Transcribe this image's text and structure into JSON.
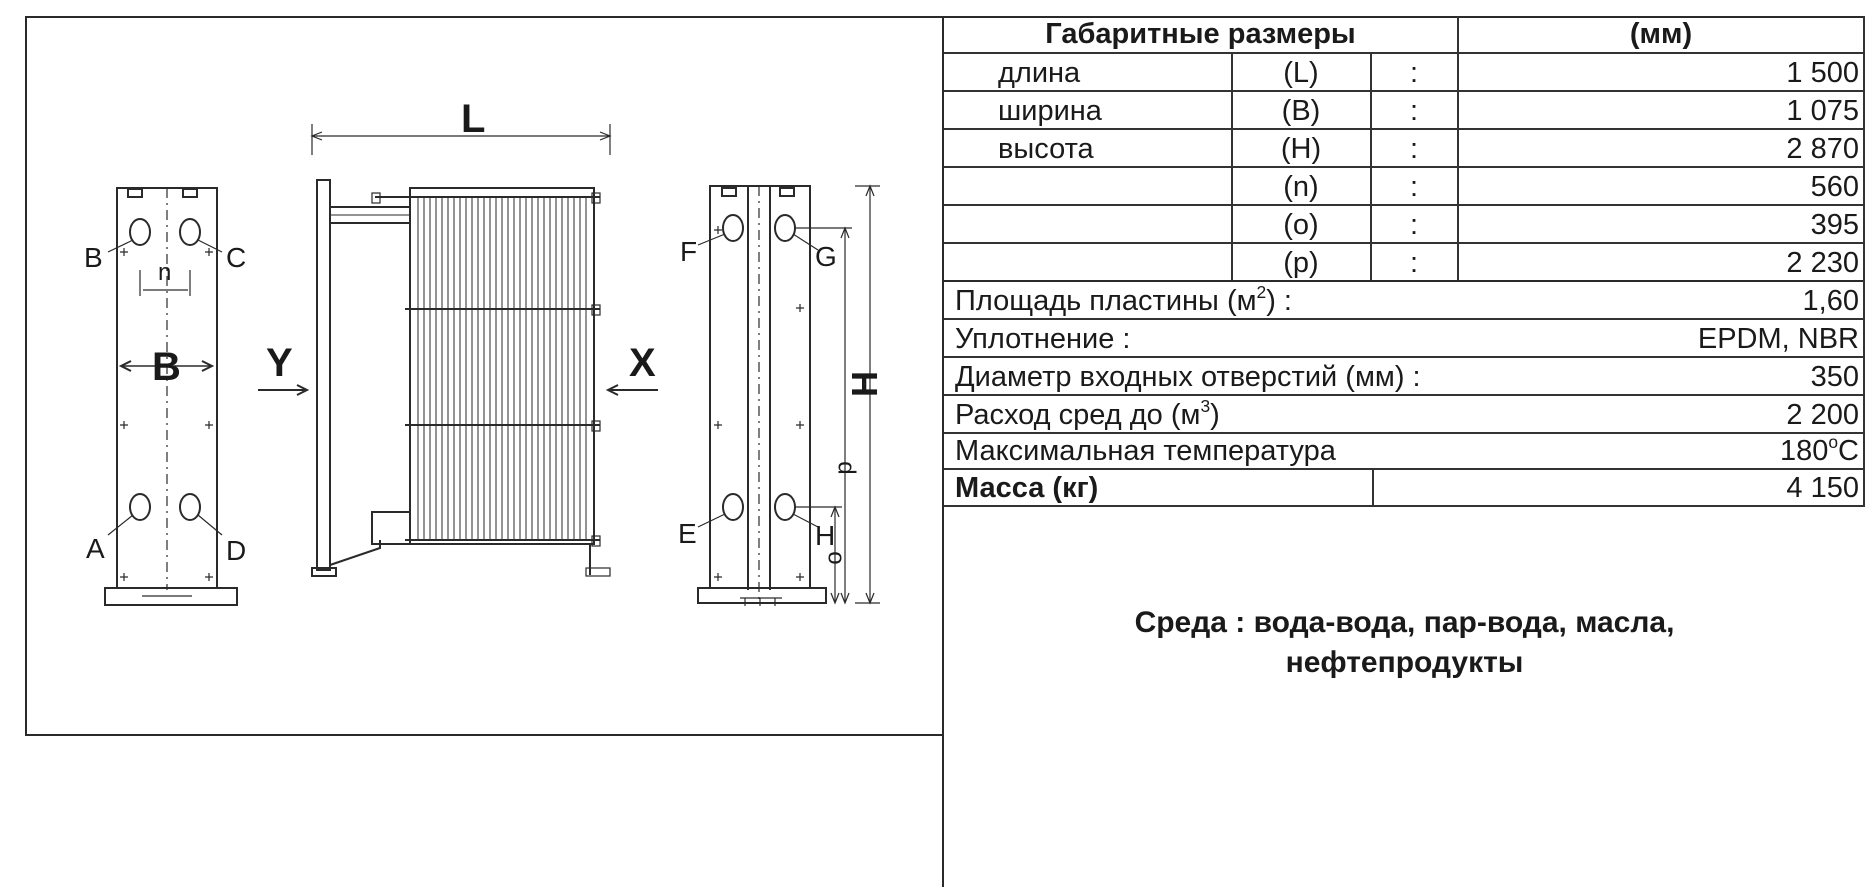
{
  "drawing": {
    "dim_L": "L",
    "dim_B": "B",
    "dim_H": "H",
    "dim_n": "n",
    "dim_o": "o",
    "dim_p": "p",
    "view_Y": "Y",
    "view_X": "X",
    "ports_left": [
      "B",
      "C",
      "A",
      "D"
    ],
    "ports_right": [
      "F",
      "G",
      "E",
      "H"
    ]
  },
  "table": {
    "header_title": "Габаритные размеры",
    "header_unit": "(мм)",
    "dimensions": [
      {
        "name": "длина",
        "code": "(L)",
        "sep": ":",
        "value": "1 500"
      },
      {
        "name": "ширина",
        "code": "(B)",
        "sep": ":",
        "value": "1 075"
      },
      {
        "name": "высота",
        "code": "(H)",
        "sep": ":",
        "value": "2 870"
      },
      {
        "name": "",
        "code": "(n)",
        "sep": ":",
        "value": "560"
      },
      {
        "name": "",
        "code": "(o)",
        "sep": ":",
        "value": "395"
      },
      {
        "name": "",
        "code": "(p)",
        "sep": ":",
        "value": "2 230"
      }
    ],
    "plate_area_label": "Площадь  пластины  (м",
    "plate_area_sup": "2",
    "plate_area_tail": ")  :",
    "plate_area_value": "1,60",
    "gasket_label": "Уплотнение :",
    "gasket_value": "EPDM,  NBR",
    "inlet_label": "Диаметр  входных отверстий  (мм) :",
    "inlet_value": "350",
    "flow_label": "Расход  сред  до  (м",
    "flow_sup": "3",
    "flow_tail": ")",
    "flow_value": "2 200",
    "temp_label": "Максимальная  температура",
    "temp_value": "180",
    "temp_sup": "o",
    "temp_unit": "C",
    "mass_label": "Масса  (кг)",
    "mass_value": "4 150"
  },
  "media": {
    "line1": "Среда  :  вода-вода,  пар-вода,  масла,",
    "line2": "нефтепродукты"
  }
}
